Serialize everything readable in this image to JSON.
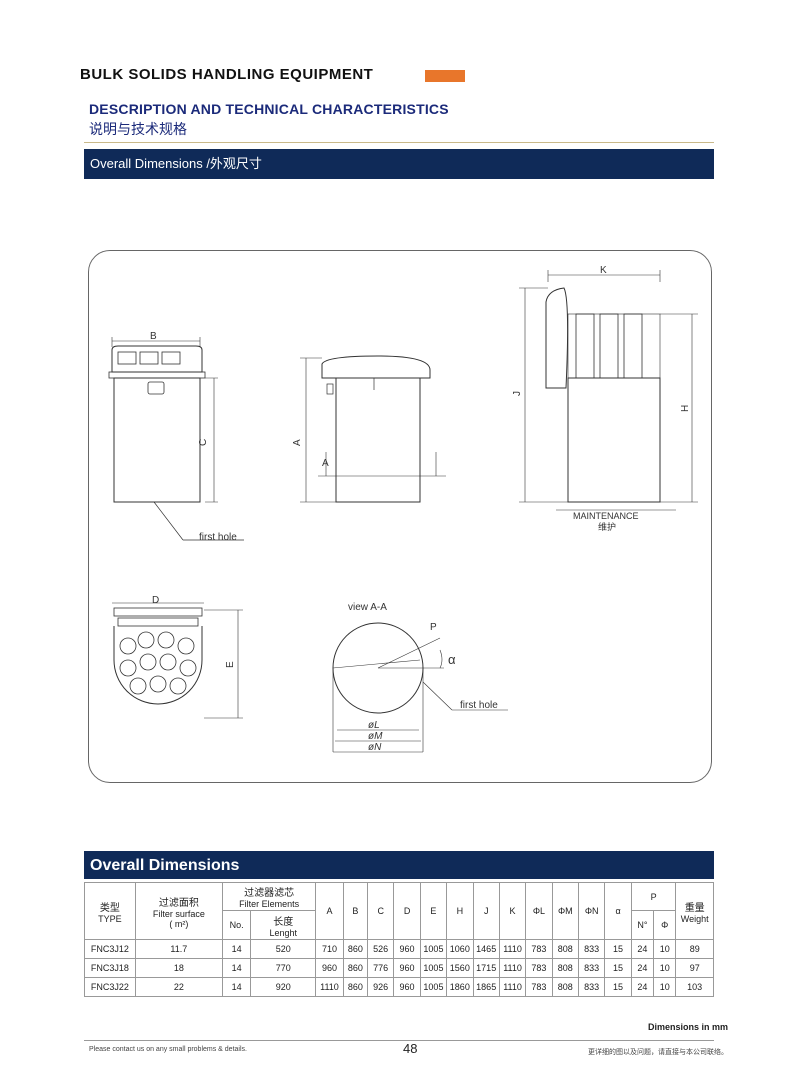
{
  "header": {
    "brand": "BULK  SOLIDS  HANDLING EQUIPMENT",
    "brand_color": "#e8762b",
    "subtitle_en": "DESCRIPTION AND TECHNICAL CHARACTERISTICS",
    "subtitle_cn": "说明与技术规格"
  },
  "section1": {
    "title": "Overall Dimensions /外观尺寸"
  },
  "drawing": {
    "labels": {
      "b": "B",
      "c": "C",
      "a_top": "A",
      "a_bottom": "A",
      "j": "J",
      "k": "K",
      "h": "H",
      "d": "D",
      "e": "E",
      "p": "P",
      "alpha": "α",
      "phi_l": "øL",
      "phi_m": "øM",
      "phi_n": "øN",
      "first_hole_1": "first  hole",
      "first_hole_2": "first  hole",
      "view": "view  A-A",
      "maintenance": "MAINTENANCE",
      "maintenance_cn": "维护"
    }
  },
  "section2": {
    "title": "Overall Dimensions"
  },
  "table": {
    "h_type_cn": "类型",
    "h_type_en": "TYPE",
    "h_surface_cn": "过滤面积",
    "h_surface_en": "Filter surface",
    "h_surface_unit": "( m²)",
    "h_elements_cn": "过滤器滤芯",
    "h_elements_en": "Filter Elements",
    "h_no": "No.",
    "h_len_cn": "长度",
    "h_len_en": "Lenght",
    "h_A": "A",
    "h_B": "B",
    "h_C": "C",
    "h_D": "D",
    "h_E": "E",
    "h_H": "H",
    "h_J": "J",
    "h_K": "K",
    "h_L": "ΦL",
    "h_M": "ΦM",
    "h_N": "ΦN",
    "h_alpha": "α",
    "h_P": "P",
    "h_Pn": "N°",
    "h_Pphi": "Φ",
    "h_weight_cn": "重量",
    "h_weight_en": "Weight",
    "rows": [
      [
        "FNC3J12",
        "11.7",
        "14",
        "520",
        "710",
        "860",
        "526",
        "960",
        "1005",
        "1060",
        "1465",
        "1110",
        "783",
        "808",
        "833",
        "15",
        "24",
        "10",
        "89"
      ],
      [
        "FNC3J18",
        "18",
        "14",
        "770",
        "960",
        "860",
        "776",
        "960",
        "1005",
        "1560",
        "1715",
        "1110",
        "783",
        "808",
        "833",
        "15",
        "24",
        "10",
        "97"
      ],
      [
        "FNC3J22",
        "22",
        "14",
        "920",
        "1110",
        "860",
        "926",
        "960",
        "1005",
        "1860",
        "1865",
        "1110",
        "783",
        "808",
        "833",
        "15",
        "24",
        "10",
        "103"
      ]
    ]
  },
  "footer": {
    "dims_note": "Dimensions in mm",
    "left": "Please contact us on any small problems & details.",
    "page": "48",
    "right": "更详细的图以及问题，请直接与本公司联络。"
  }
}
